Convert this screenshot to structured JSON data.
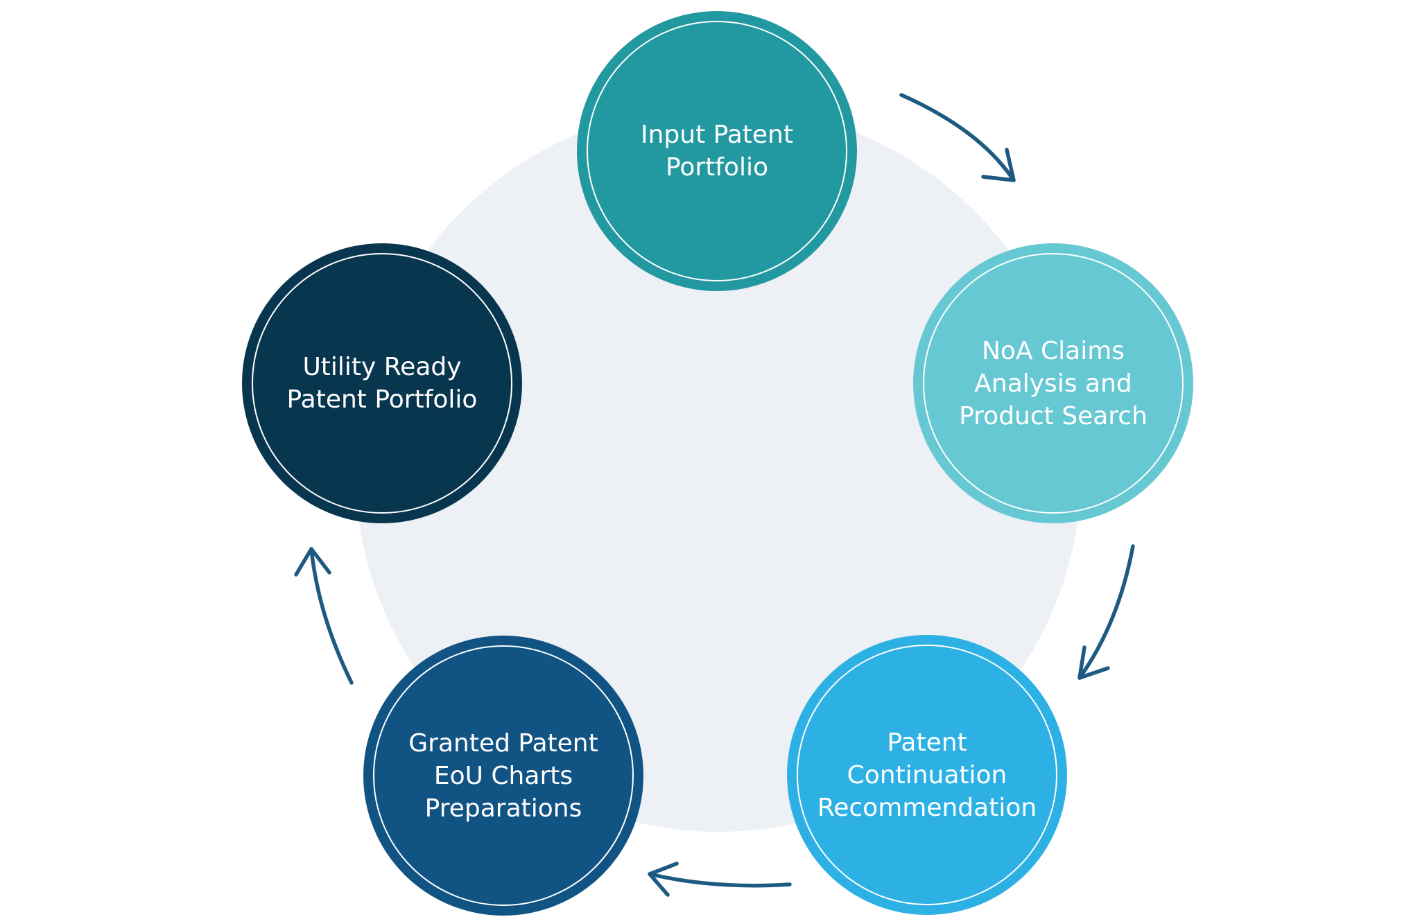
{
  "diagram": {
    "nodes": [
      {
        "id": "input",
        "label": "Input Patent\nPortfolio",
        "color": "#2299a0"
      },
      {
        "id": "noa",
        "label": "NoA Claims\nAnalysis and\nProduct Search",
        "color": "#66c8d2"
      },
      {
        "id": "continuation",
        "label": "Patent\nContinuation\nRecommendation",
        "color": "#2db1e5"
      },
      {
        "id": "eou",
        "label": "Granted Patent\nEoU Charts\nPreparations",
        "color": "#115483"
      },
      {
        "id": "utility",
        "label": "Utility Ready\nPatent Portfolio",
        "color": "#09364f"
      }
    ],
    "edges": [
      {
        "from": "input",
        "to": "noa"
      },
      {
        "from": "noa",
        "to": "continuation"
      },
      {
        "from": "continuation",
        "to": "eou"
      },
      {
        "from": "eou",
        "to": "utility"
      }
    ],
    "colors": {
      "background_disc": "#edf0f4",
      "arrow": "#1d5a82",
      "text": "#ffffff"
    }
  }
}
